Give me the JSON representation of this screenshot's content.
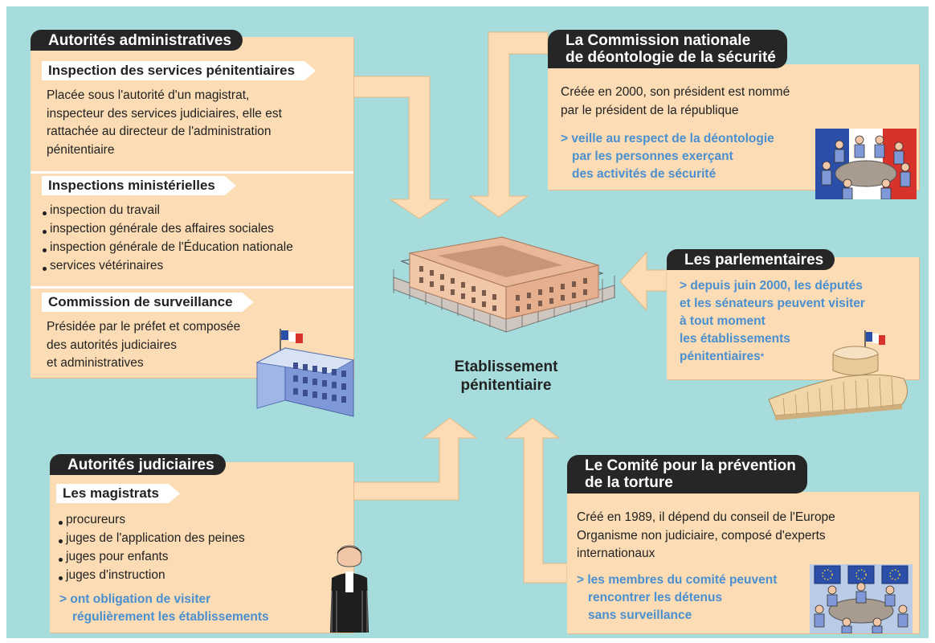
{
  "center_label": [
    "Etablissement",
    "pénitentiaire"
  ],
  "admin": {
    "title": "Autorités administratives",
    "sections": [
      {
        "title": "Inspection des services pénitentiaires",
        "lines": [
          "Placée sous l'autorité d'un magistrat,",
          "inspecteur des services judiciaires, elle est",
          "rattachée au directeur de l'administration",
          "pénitentiaire"
        ]
      },
      {
        "title": "Inspections ministérielles",
        "items": [
          "inspection du travail",
          "inspection générale des affaires sociales",
          "inspection générale de l'Éducation nationale",
          "services vétérinaires"
        ]
      },
      {
        "title": "Commission de surveillance",
        "lines": [
          "Présidée par le préfet et composée",
          "des autorités judiciaires",
          "et administratives"
        ]
      }
    ]
  },
  "judicial": {
    "title": "Autorités judiciaires",
    "section_title": "Les magistrats",
    "items": [
      "procureurs",
      "juges de l'application des peines",
      "juges pour enfants",
      "juges d'instruction"
    ],
    "note": [
      "> ont obligation de visiter",
      "régulièrement les établissements"
    ]
  },
  "cnds": {
    "title": [
      "La Commission nationale",
      "de déontologie de la sécurité"
    ],
    "lines": [
      "Créée en 2000, son président est nommé",
      "par le président de la république"
    ],
    "note": [
      "> veille au respect de la déontologie",
      "par les personnes exerçant",
      "des activités de sécurité"
    ]
  },
  "parliament": {
    "title": "Les parlementaires",
    "note": [
      "> depuis juin 2000, les députés",
      "et les sénateurs peuvent visiter",
      "à tout moment",
      "les établissements",
      "pénitentiaires"
    ],
    "asterisk": "*"
  },
  "cpt": {
    "title": [
      "Le Comité pour la prévention",
      "de la torture"
    ],
    "lines": [
      "Créé en 1989, il dépend du conseil de l'Europe",
      "Organisme non judiciaire, composé d'experts",
      "internationaux"
    ],
    "note": [
      "> les membres du comité peuvent",
      "rencontrer les détenus",
      "sans surveillance"
    ]
  },
  "colors": {
    "background": "#a6dcdb",
    "panel": "#fbdcb4",
    "title_bar": "#262626",
    "accent_blue": "#4a8fd0"
  },
  "icons": [
    "prison-building-illustration",
    "prefecture-building-icon",
    "parliament-hemicycle-icon",
    "magistrate-icon",
    "commission-meeting-icon",
    "council-of-europe-meeting-icon",
    "france-flag-icon"
  ]
}
